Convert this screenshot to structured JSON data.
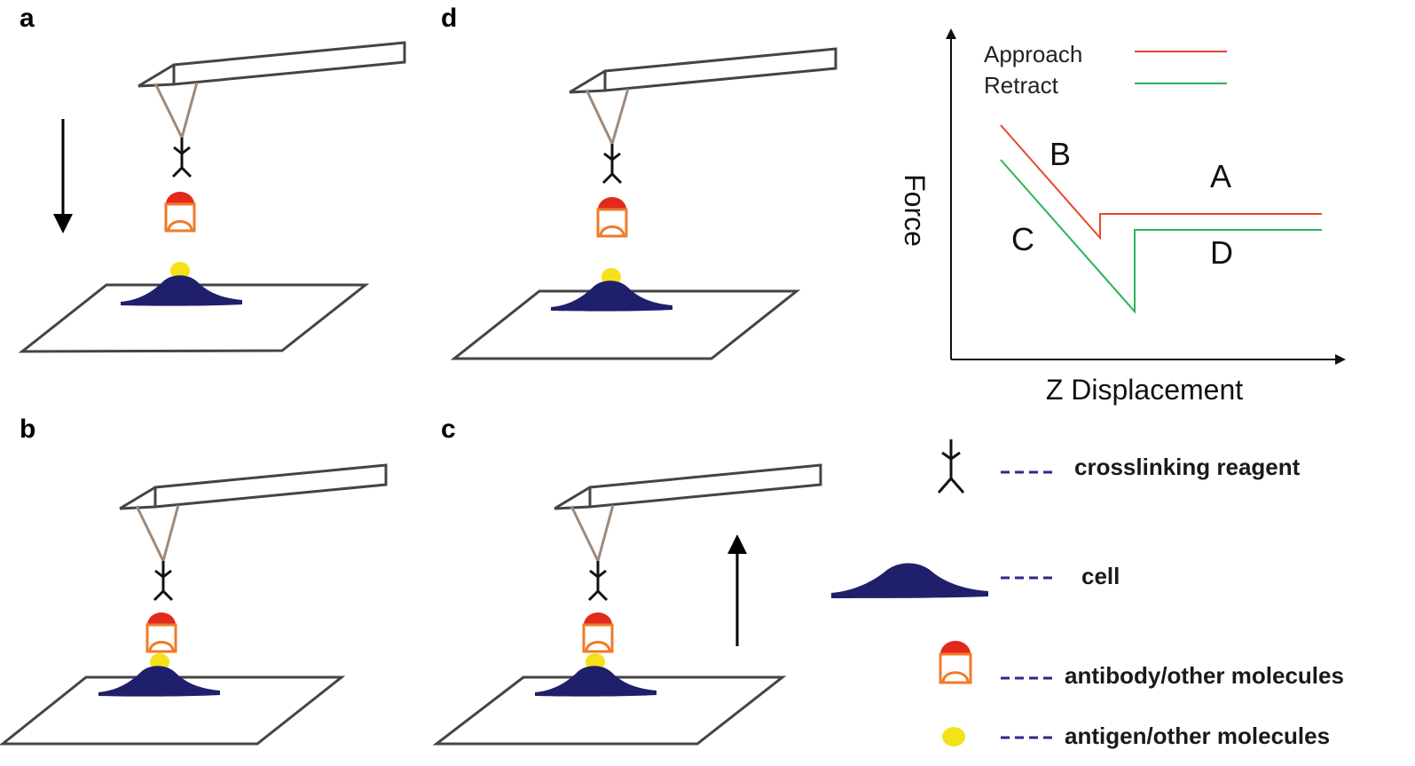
{
  "panels": {
    "a": "a",
    "b": "b",
    "c": "c",
    "d": "d"
  },
  "graph": {
    "y_title": "Force",
    "x_title": "Z Displacement",
    "legend_approach": "Approach",
    "legend_retract": "Retract",
    "label_A": "A",
    "label_B": "B",
    "label_C": "C",
    "label_D": "D"
  },
  "legend": {
    "crosslinker": "crosslinking reagent",
    "cell": "cell",
    "antibody": "antibody/other molecules",
    "antigen": "antigen/other molecules"
  },
  "colors": {
    "approach": "#e8472a",
    "retract": "#2bb45a",
    "cell": "#1f1f6b",
    "antigen": "#f5e11a",
    "antibody_cap": "#e2291b",
    "antibody_outline": "#f07a2a",
    "cantilever": "#444444",
    "tip": "#a08a7a"
  }
}
